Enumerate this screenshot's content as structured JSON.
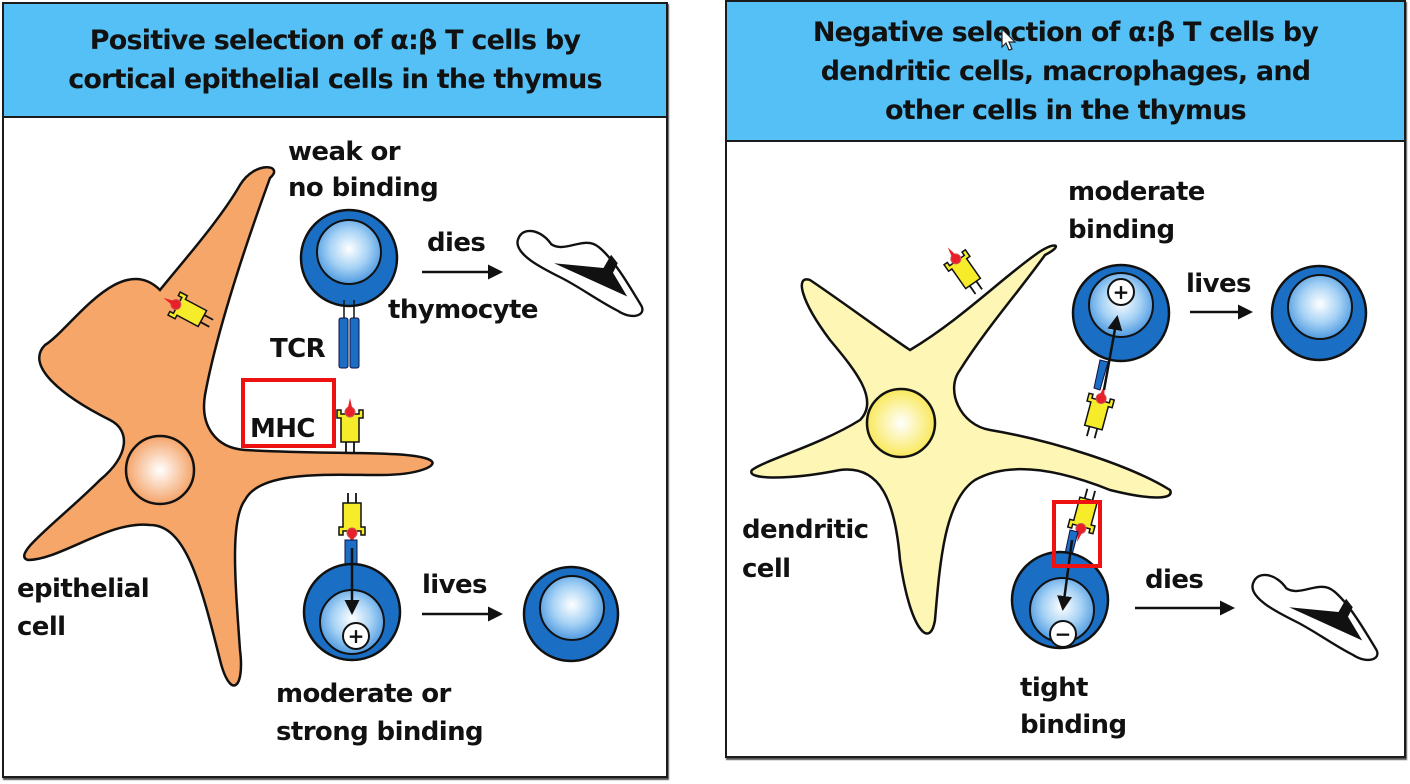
{
  "colors": {
    "header_bg": "#55c0f5",
    "epithelial_cell": "#f7a66a",
    "dendritic_cell": "#fdf6b4",
    "thymocyte_outer": "#1a6fc4",
    "thymocyte_inner": "#8cc4f0",
    "mhc": "#f6ec2a",
    "peptide": "#e8202a",
    "highlight_box": "#ee1111"
  },
  "left_panel": {
    "title": "Positive selection of α:β T cells by\ncortical epithelial cells in the thymus",
    "labels": {
      "weak_binding": [
        "weak or",
        "no binding"
      ],
      "dies": "dies",
      "thymocyte": "thymocyte",
      "tcr": "TCR",
      "mhc": "MHC",
      "epithelial_cell": [
        "epithelial",
        "cell"
      ],
      "lives": "lives",
      "strong_binding": [
        "moderate or",
        "strong binding"
      ]
    },
    "signal_symbol": "+",
    "highlight": "MHC"
  },
  "right_panel": {
    "title": "Negative selection of α:β T cells by\ndendritic cells, macrophages, and\nother cells in the thymus",
    "labels": {
      "moderate_binding": [
        "moderate",
        "binding"
      ],
      "lives": "lives",
      "dendritic_cell": [
        "dendritic",
        "cell"
      ],
      "dies": "dies",
      "tight_binding": [
        "tight",
        "binding"
      ]
    },
    "signal_symbols": [
      "+",
      "−"
    ],
    "highlight": "MHC-peptide-TCR contact"
  }
}
